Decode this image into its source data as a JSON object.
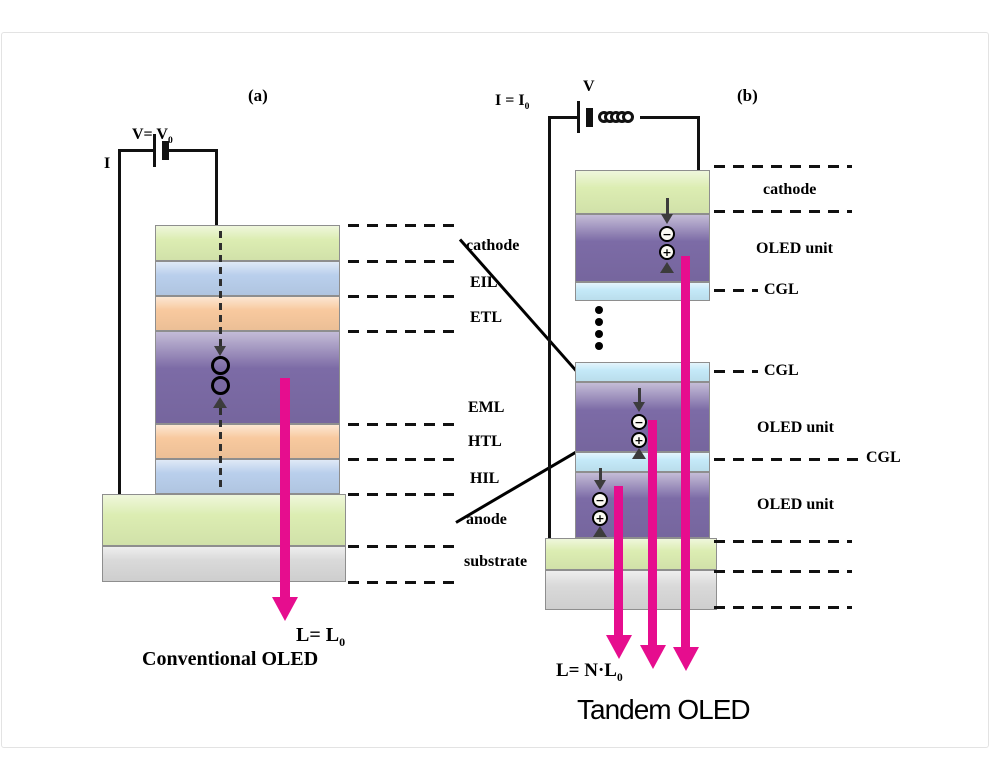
{
  "figure": {
    "panel_a": {
      "tag": "(a)",
      "circuit": {
        "voltage": "V= V",
        "voltage_sub": "0",
        "current": "I"
      },
      "layers": [
        {
          "label": "cathode"
        },
        {
          "label": "EIL"
        },
        {
          "label": "ETL"
        },
        {
          "label": "EML"
        },
        {
          "label": "HTL"
        },
        {
          "label": "HIL"
        },
        {
          "label": "anode"
        },
        {
          "label": "substrate"
        }
      ],
      "light_output": "L= L",
      "light_output_sub": "0",
      "caption": "Conventional OLED"
    },
    "panel_b": {
      "tag": "(b)",
      "circuit": {
        "current": "I = I",
        "current_sub": "0",
        "voltage": "V"
      },
      "labels": [
        "cathode",
        "OLED unit",
        "CGL",
        "CGL",
        "OLED unit",
        "CGL",
        "OLED unit"
      ],
      "light_output": "L= N·L",
      "light_output_sub": "0",
      "caption": "Tandem OLED"
    },
    "symbols": {
      "electron": "−",
      "hole": "+"
    }
  },
  "colors": {
    "green": "#dcedb2",
    "blue": "#b9cfec",
    "orange": "#f8c99e",
    "purple": "#7c6ba6",
    "cyan": "#c4e9f8",
    "gray": "#d9d9d9",
    "magenta": "#e60d8e",
    "ink": "#111111",
    "dark": "#3c3c3c"
  }
}
